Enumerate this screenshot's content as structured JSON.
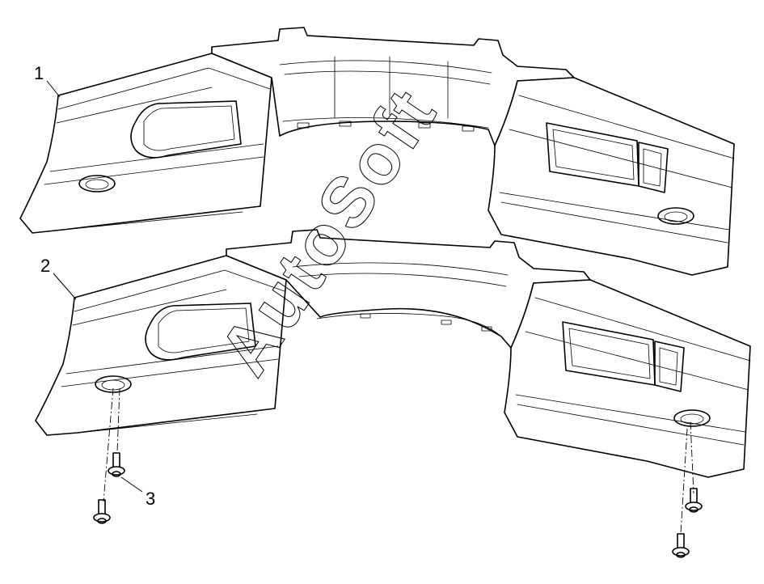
{
  "figure": {
    "callouts": [
      {
        "id": "1",
        "text": "1"
      },
      {
        "id": "2",
        "text": "2"
      },
      {
        "id": "3",
        "text": "3"
      }
    ]
  },
  "watermark": {
    "text": "AutoSoft"
  },
  "colors": {
    "ink": "#000000",
    "paper": "#ffffff"
  }
}
